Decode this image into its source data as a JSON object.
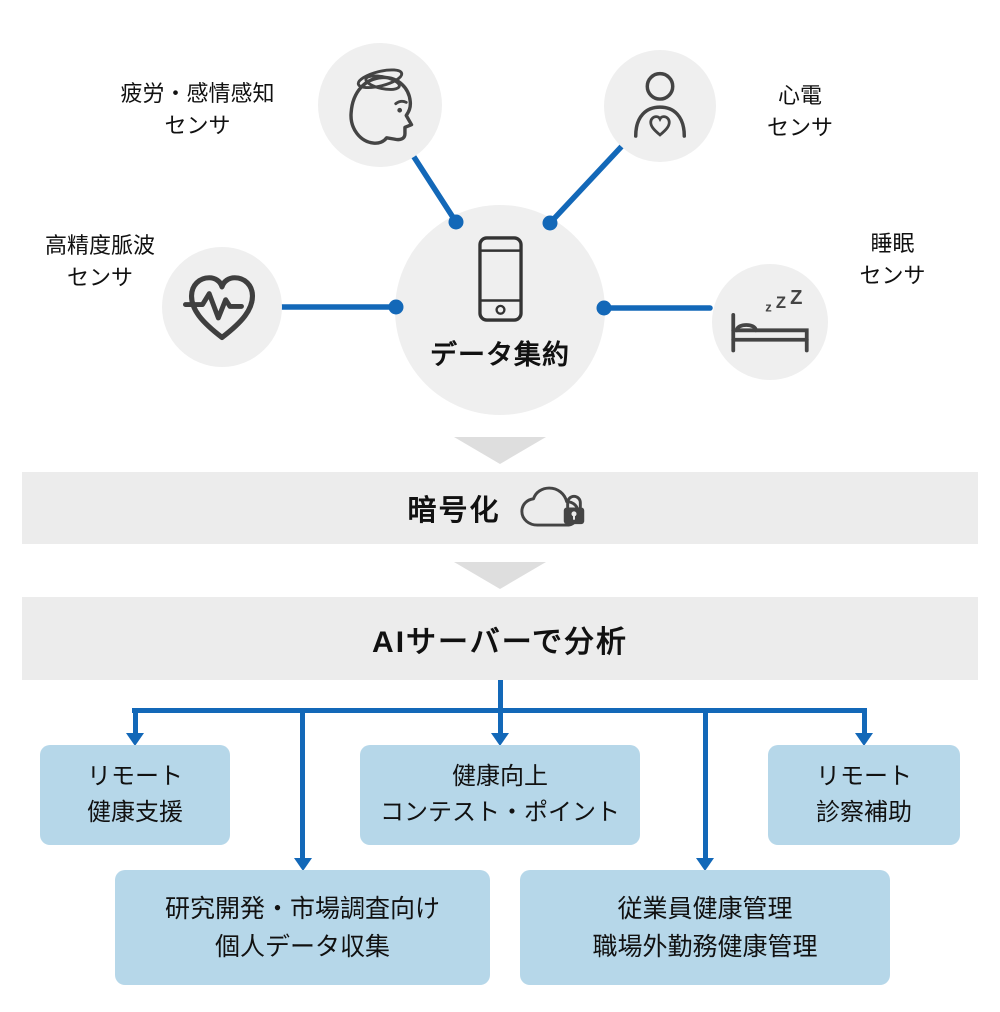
{
  "colors": {
    "accent_blue": "#1368b8",
    "output_box_blue": "#b6d7e9",
    "stage_bar_gray": "#ececec",
    "sensor_circle_gray": "#efefef",
    "icon_gray": "#444444",
    "flow_arrow_gray": "#dedede",
    "text": "#111111"
  },
  "sensors": [
    {
      "name": "fatigue-emotion-sensor",
      "icon": "dizzy-head-icon",
      "label": [
        "疲労・感情感知",
        "センサ"
      ]
    },
    {
      "name": "ecg-sensor",
      "icon": "person-heart-icon",
      "label": [
        "心電",
        "センサ"
      ]
    },
    {
      "name": "pulse-wave-sensor",
      "icon": "heart-pulse-icon",
      "label": [
        "高精度脈波",
        "センサ"
      ]
    },
    {
      "name": "sleep-sensor",
      "icon": "bed-sleep-icon",
      "label": [
        "睡眠",
        "センサ"
      ],
      "zzz": [
        "z",
        "Z",
        "Z"
      ]
    }
  ],
  "hub": {
    "label": "データ集約",
    "icon": "smartphone-icon"
  },
  "encryption": {
    "label": "暗号化",
    "icon": "cloud-lock-icon"
  },
  "analysis": {
    "label": "AIサーバーで分析"
  },
  "outputs": [
    {
      "name": "remote-health-support",
      "lines": [
        "リモート",
        "健康支援"
      ]
    },
    {
      "name": "health-contest-points",
      "lines": [
        "健康向上",
        "コンテスト・ポイント"
      ]
    },
    {
      "name": "remote-consultation-assist",
      "lines": [
        "リモート",
        "診察補助"
      ]
    },
    {
      "name": "rnd-market-research-personal-data",
      "lines": [
        "研究開発・市場調査向け",
        "個人データ収集"
      ]
    },
    {
      "name": "employee-health-management",
      "lines": [
        "従業員健康管理",
        "職場外勤務健康管理"
      ]
    }
  ]
}
